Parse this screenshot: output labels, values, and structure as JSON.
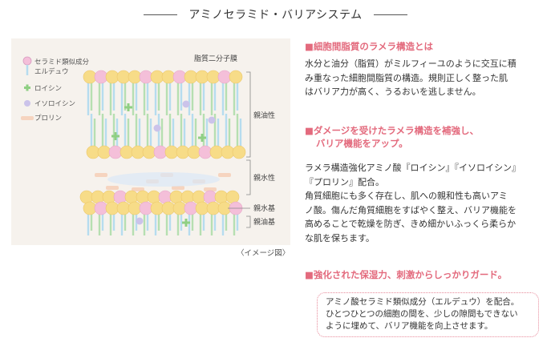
{
  "title": "アミノセラミド・バリアシステム",
  "diagram": {
    "legend": [
      {
        "label": "セラミド類似成分",
        "icon": "ceramide-icon"
      },
      {
        "label": "エルデュウ",
        "icon": ""
      },
      {
        "label": "ロイシン",
        "icon": "leucine-icon"
      },
      {
        "label": "イソロイシン",
        "icon": "isoleucine-icon"
      },
      {
        "label": "プロリン",
        "icon": "proline-icon"
      }
    ],
    "labels": {
      "bilayer": "脂質二分子膜",
      "lipophilic": "親油性",
      "hydrophilic": "親水性",
      "hydrophilic_group": "親水基",
      "lipophilic_group": "親油基"
    },
    "colors": {
      "panel": "#f6f2ed",
      "lipid_head": "#f7dc88",
      "ceramide_head": "#f4bfd9",
      "tail_green": "#b6dfb1",
      "tail_blue": "#b6dcef",
      "leucine": "#8fcf83",
      "isoleucine": "#cbc3ea",
      "proline": "#f6d4bf",
      "bracket": "#888888"
    }
  },
  "caption": "〈イメージ図〉",
  "sections": [
    {
      "heading": "■細胞間脂質のラメラ構造とは",
      "body": [
        "水分と油分（脂質）がミルフィーユのように交互に積",
        "み重なった細胞間脂質の構造。規則正しく整った肌",
        "はバリア力が高く、うるおいを逃しません。"
      ]
    },
    {
      "heading": "■ダメージを受けたラメラ構造を補強し、",
      "heading2": "バリア機能をアップ。",
      "body": [
        "ラメラ構造強化アミノ酸『ロイシン』『イソロイシン』",
        "『プロリン』配合。",
        "角質細胞にも多く存在し、肌への親和性も高いアミ",
        "ノ酸。傷んだ角質細胞をすばやく整え、バリア機能を",
        "高めることで乾燥を防ぎ、きめ細かいふっくら柔らか",
        "な肌を保ちます。"
      ]
    },
    {
      "heading": "■強化された保湿力、刺激からしっかりガード。",
      "note": [
        "アミノ酸セラミド類似成分（エルデュウ）を配合。",
        "ひとつひとつの細胞の間を、少しの隙間もできない",
        "ように埋めて、バリア機能を向上させます。"
      ]
    }
  ]
}
